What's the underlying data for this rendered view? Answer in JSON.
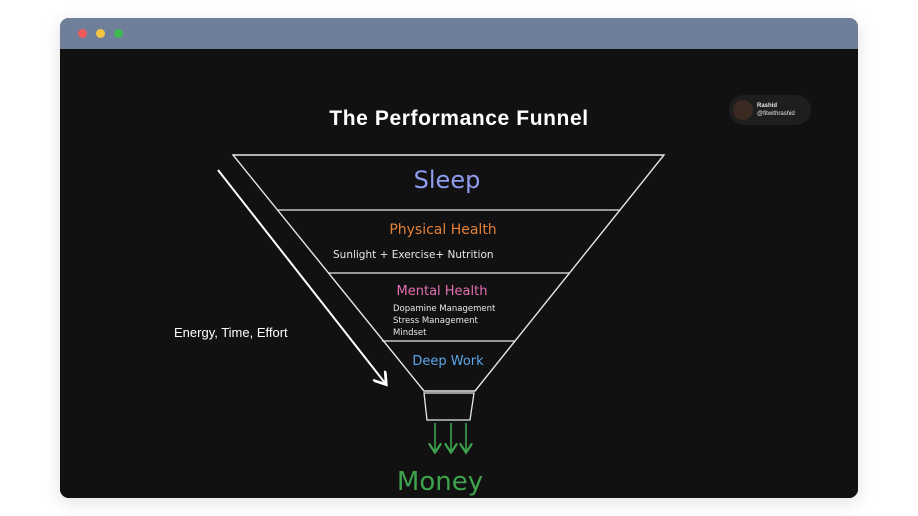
{
  "window": {
    "dots": [
      "red",
      "yellow",
      "green"
    ]
  },
  "title": "The Performance Funnel",
  "profile": {
    "name": "Rashid",
    "handle": "@fitwithrashid"
  },
  "side_label": "Energy, Time, Effort",
  "funnel": {
    "levels": [
      {
        "label": "Sleep",
        "color": "#8f9cf0"
      },
      {
        "label": "Physical Health",
        "color": "#e2813a",
        "sub": [
          "Sunlight + Exercise+  Nutrition"
        ]
      },
      {
        "label": "Mental Health",
        "color": "#e36fb4",
        "sub": [
          "Dopamine Management",
          "Stress Management",
          "Mindset"
        ]
      },
      {
        "label": "Deep Work",
        "color": "#5aa6e8"
      }
    ],
    "output": {
      "label": "Money",
      "color": "#3fa24d"
    }
  }
}
